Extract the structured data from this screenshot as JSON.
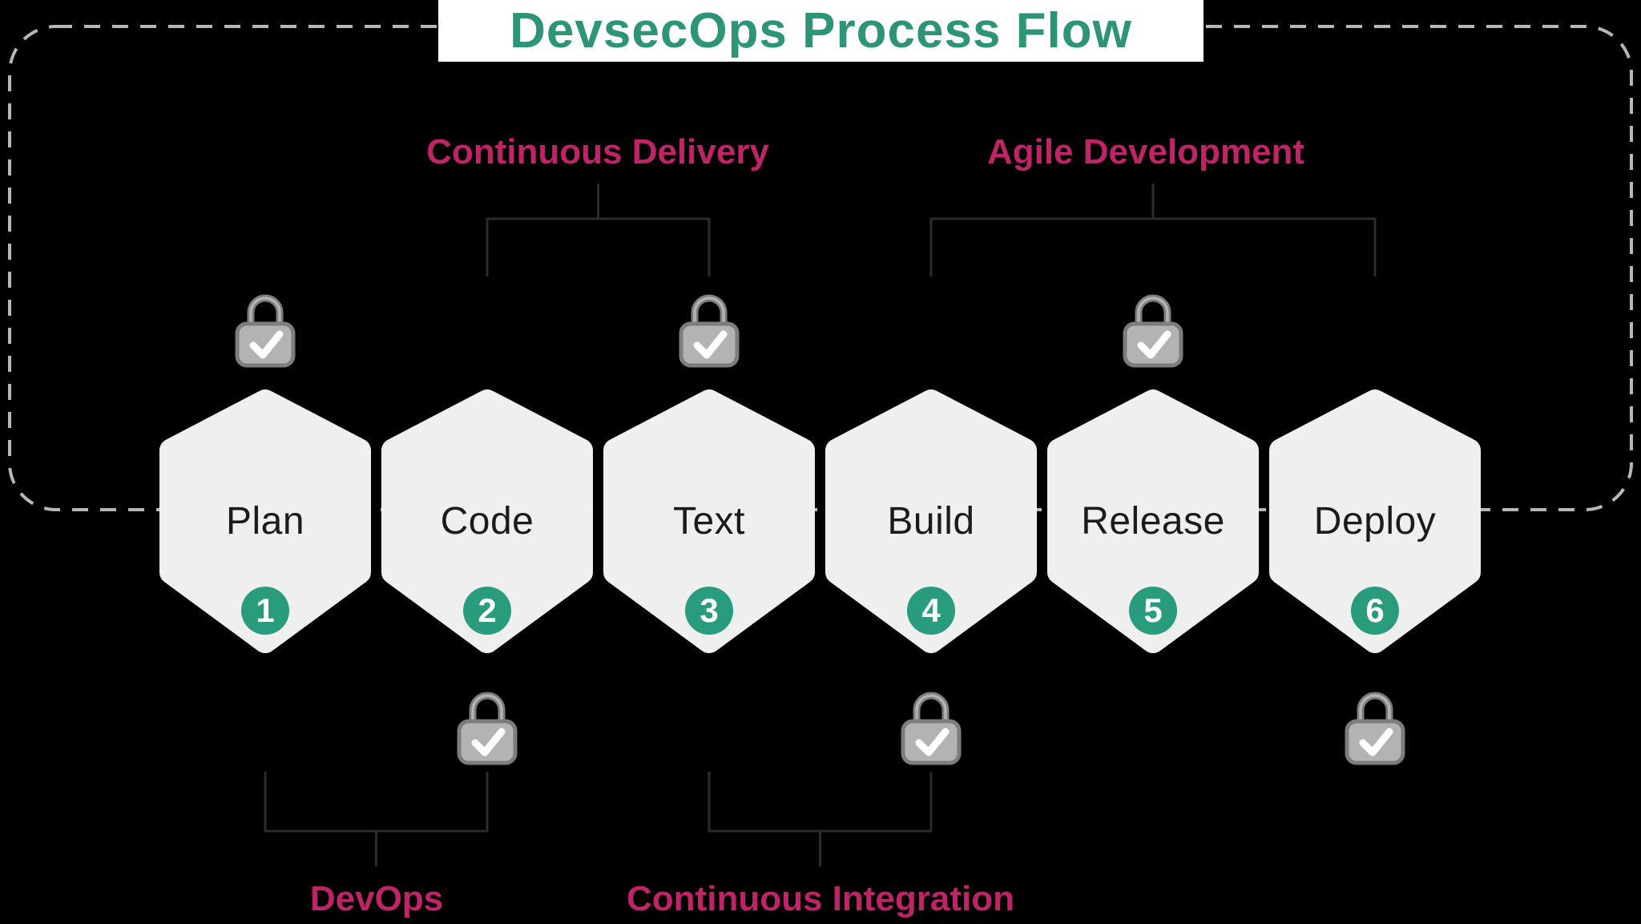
{
  "title": "DevsecOps Process Flow",
  "stages": [
    {
      "label": "Plan",
      "number": "1"
    },
    {
      "label": "Code",
      "number": "2"
    },
    {
      "label": "Text",
      "number": "3"
    },
    {
      "label": "Build",
      "number": "4"
    },
    {
      "label": "Release",
      "number": "5"
    },
    {
      "label": "Deploy",
      "number": "6"
    }
  ],
  "annotations": {
    "top_left": "Continuous Delivery",
    "top_right": "Agile Development",
    "bottom_left": "DevOps",
    "bottom_right": "Continuous Integration"
  },
  "icons": {
    "lock": "padlock-with-checkmark"
  },
  "colors": {
    "bg": "#000000",
    "teal": "#2e9478",
    "pink": "#bf2468",
    "green": "#2a9c7e",
    "hex": "#efefef",
    "line": "#2c2c2c",
    "dash": "#b7b7b7",
    "lockbody": "#b3b3b3",
    "lockedge": "#7d7d7d",
    "labeltext": "#1b1b1b"
  }
}
